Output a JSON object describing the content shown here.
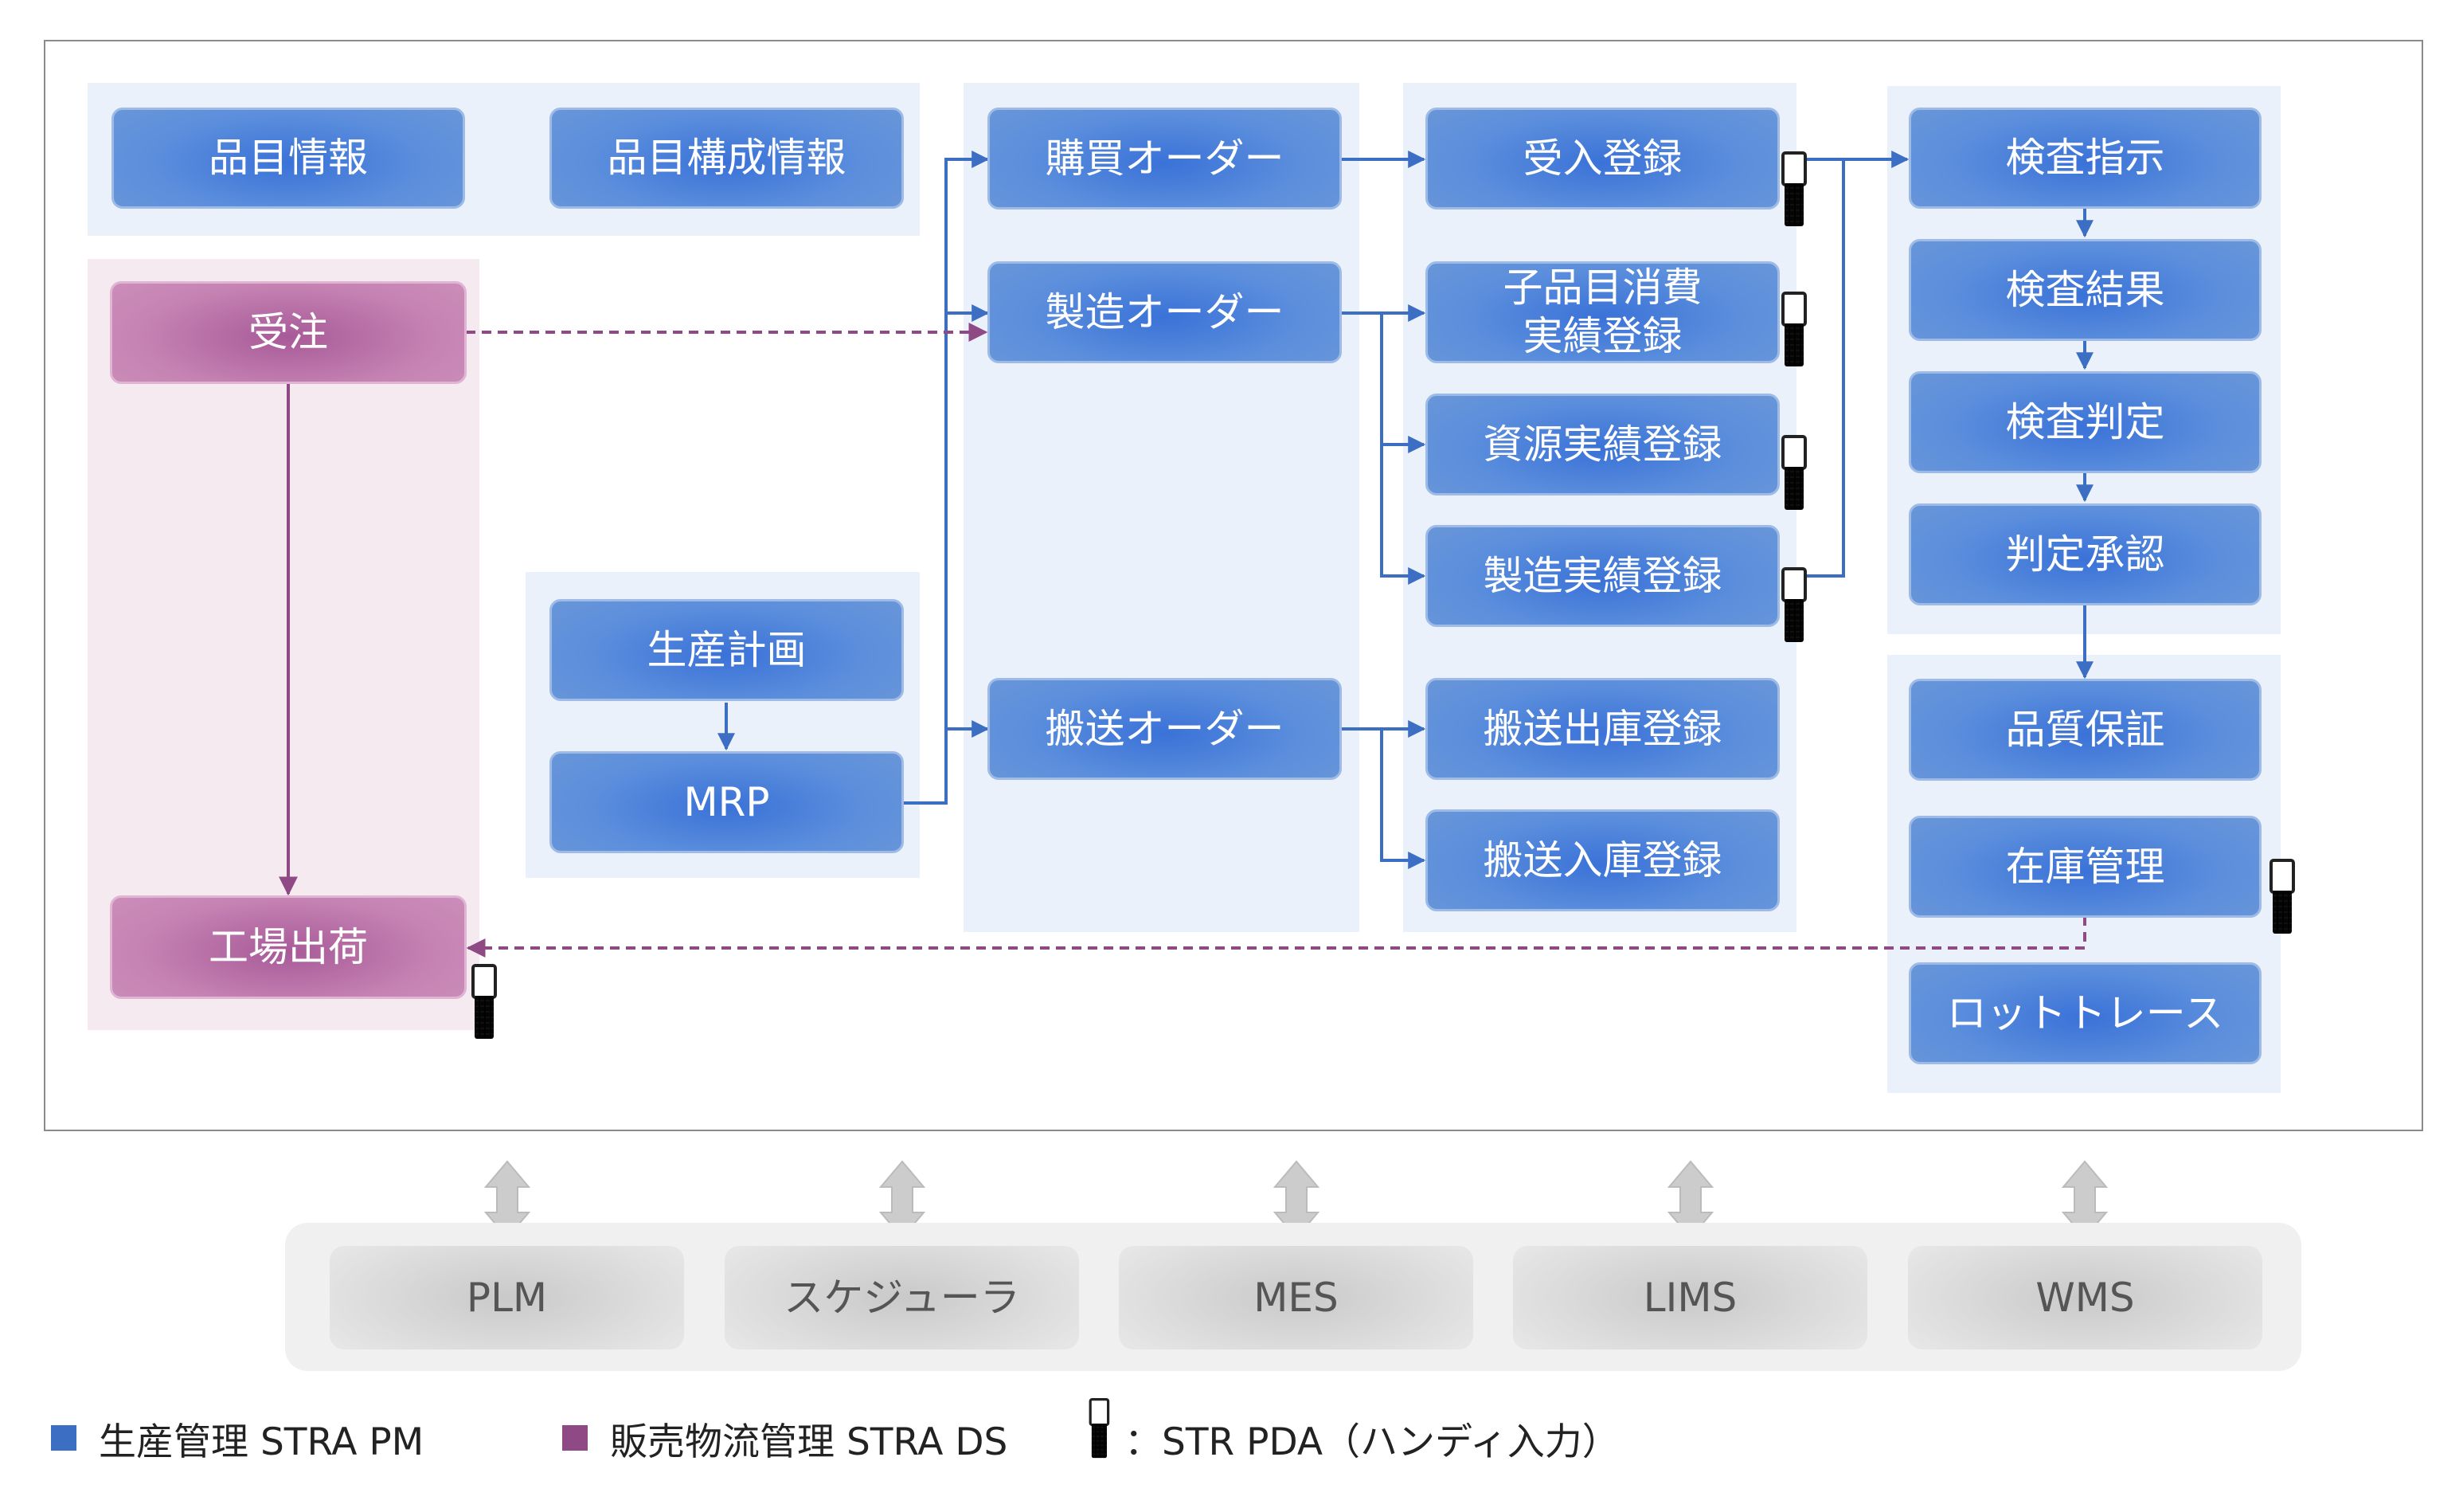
{
  "boxes": {
    "item_info": "品目情報",
    "bom_info": "品目構成情報",
    "order_received": "受注",
    "factory_shipment": "工場出荷",
    "production_plan": "生産計画",
    "mrp": "MRP",
    "purchase_order": "購買オーダー",
    "manufacturing_order": "製造オーダー",
    "transport_order": "搬送オーダー",
    "receiving_registration": "受入登録",
    "child_item_consumption_line1": "子品目消費",
    "child_item_consumption_line2": "実績登録",
    "resource_result_registration": "資源実績登録",
    "manufacturing_result_registration": "製造実績登録",
    "transport_outgoing_registration": "搬送出庫登録",
    "transport_incoming_registration": "搬送入庫登録",
    "inspection_instruction": "検査指示",
    "inspection_result": "検査結果",
    "inspection_judgment": "検査判定",
    "judgment_approval": "判定承認",
    "quality_assurance": "品質保証",
    "inventory_management": "在庫管理",
    "lot_trace": "ロットトレース"
  },
  "systems": [
    "PLM",
    "スケジューラ",
    "MES",
    "LIMS",
    "WMS"
  ],
  "legend": {
    "production": "生産管理 STRA PM",
    "distribution": "販売物流管理 STRA DS",
    "pda": "：STR PDA（ハンディ入力）"
  },
  "colors": {
    "production_blue": "#3c6fc4",
    "distribution_purple": "#8f4a86",
    "panel_blue": "#eaf1fa",
    "panel_pink": "#f4eaf0"
  },
  "icons": {
    "pda": "handheld-pda-icon",
    "sync": "double-arrow-icon"
  }
}
